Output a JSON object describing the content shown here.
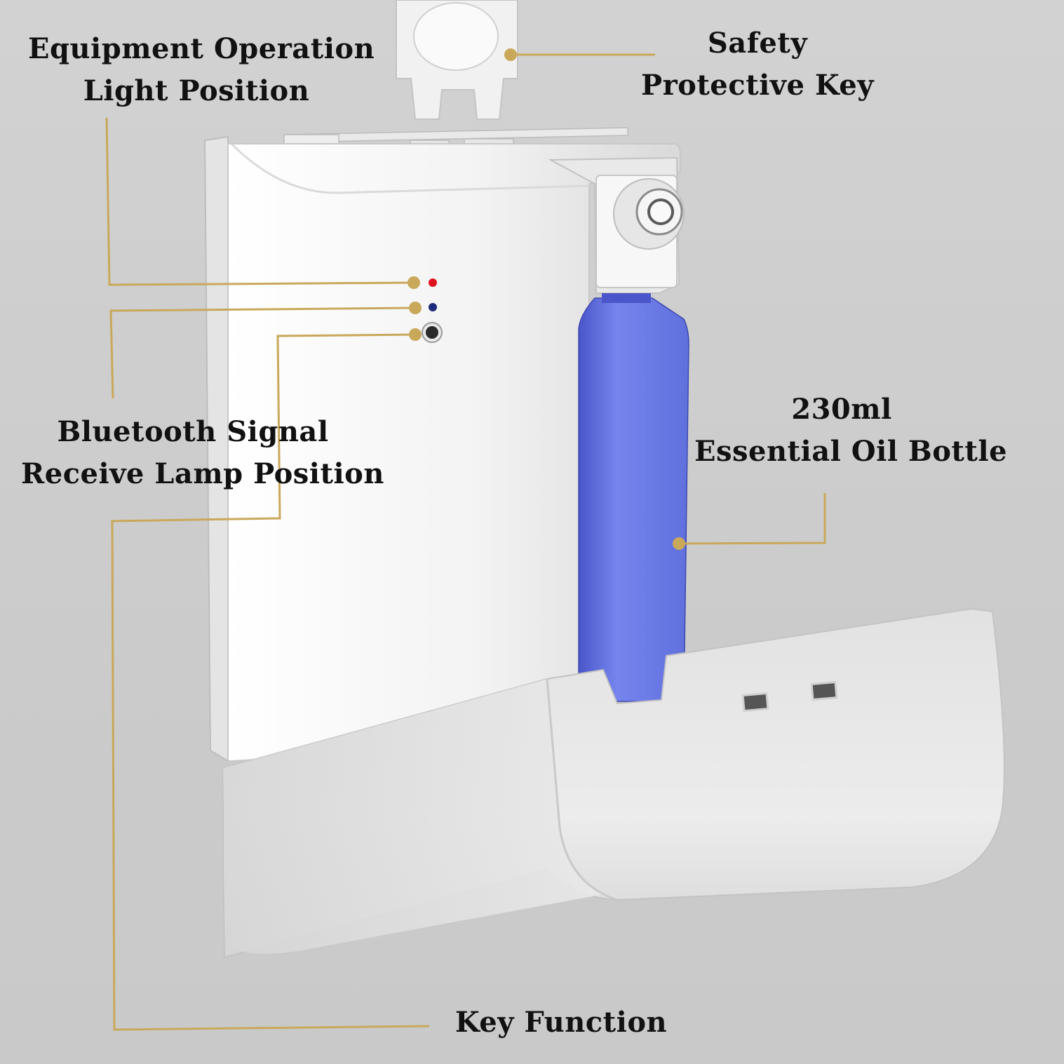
{
  "labels": {
    "equipment_operation": [
      "Equipment Operation",
      "Light Position"
    ],
    "safety_key": [
      "Safety",
      "Protective Key"
    ],
    "bluetooth": [
      "Bluetooth Signal",
      "Receive Lamp Position"
    ],
    "oil_bottle": [
      "230ml",
      "Essential Oil Bottle"
    ],
    "key_function": [
      "Key Function"
    ]
  },
  "colors": {
    "leader_line": "#c9a85a",
    "indicator_red": "#e0141e",
    "indicator_blue": "#1e2a7a",
    "bottle": "#6f7fe6",
    "device": "#f2f2f2"
  }
}
